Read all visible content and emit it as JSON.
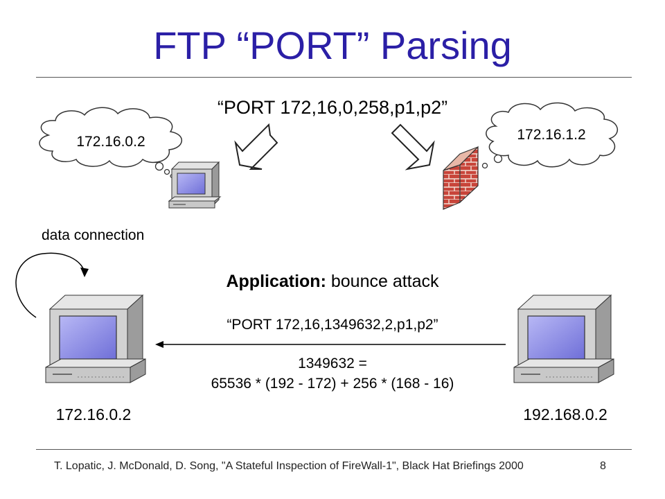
{
  "slide": {
    "title": "FTP “PORT” Parsing",
    "command_top": "“PORT 172,16,0,258,p1,p2”",
    "cloud_left_ip": "172.16.0.2",
    "cloud_right_ip": "172.16.1.2",
    "data_connection_label": "data connection",
    "application_prefix": "Application:",
    "application_text": " bounce attack",
    "command_bottom": "“PORT 172,16,1349632,2,p1,p2”",
    "calc_line1": "1349632 =",
    "calc_line2": "65536 * (192 - 172) + 256 * (168 - 16)",
    "left_host_ip": "172.16.0.2",
    "right_host_ip": "192.168.0.2",
    "footer": "T. Lopatic, J. McDonald, D. Song, \"A Stateful Inspection of FireWall-1\", Black Hat Briefings 2000",
    "page_number": "8"
  },
  "colors": {
    "title": "#2b1fa6",
    "brick": "#c0392b",
    "monitor_body": "#cfcfcf",
    "screen": "#8d8de8"
  },
  "icons": [
    "thought-cloud",
    "computer",
    "firewall-brick-wall",
    "arrow-down-left",
    "arrow-down-right",
    "circular-arrow",
    "arrow-left"
  ]
}
